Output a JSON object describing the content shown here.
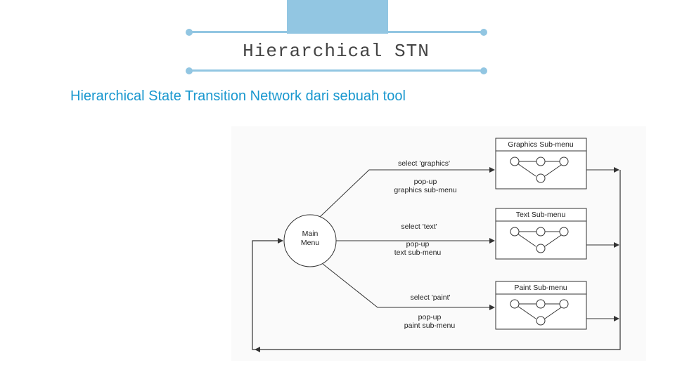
{
  "slide": {
    "title": "Hierarchical STN",
    "subtitle": "Hierarchical State Transition Network dari sebuah tool"
  },
  "diagram": {
    "main_state": {
      "line1": "Main",
      "line2": "Menu"
    },
    "submenus": [
      {
        "title": "Graphics Sub-menu",
        "select_label": "select 'graphics'",
        "popup_line1": "pop-up",
        "popup_line2": "graphics sub-menu"
      },
      {
        "title": "Text Sub-menu",
        "select_label": "select 'text'",
        "popup_line1": "pop-up",
        "popup_line2": "text sub-menu"
      },
      {
        "title": "Paint Sub-menu",
        "select_label": "select 'paint'",
        "popup_line1": "pop-up",
        "popup_line2": "paint sub-menu"
      }
    ]
  },
  "colors": {
    "accent": "#92c6e2",
    "subtitle": "#1a98cf",
    "title": "#444444"
  }
}
